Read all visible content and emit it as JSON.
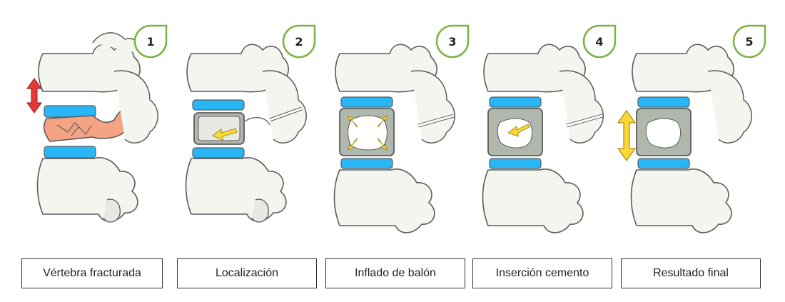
{
  "steps": [
    {
      "number": "1",
      "caption": "Vértebra fracturada"
    },
    {
      "number": "2",
      "caption": "Localización"
    },
    {
      "number": "3",
      "caption": "Inflado de balón"
    },
    {
      "number": "4",
      "caption": "Inserción cemento"
    },
    {
      "number": "5",
      "caption": "Resultado final"
    }
  ],
  "colors": {
    "badge_border": "#7cb342",
    "disc": "#29b6f6",
    "bone_fill": "#f3f5ef",
    "bone_stroke": "#5c5c5c",
    "fracture": "#f4a383",
    "arrow_red": "#e53935",
    "arrow_yellow": "#fdd835",
    "cement": "#9e9e9e"
  }
}
